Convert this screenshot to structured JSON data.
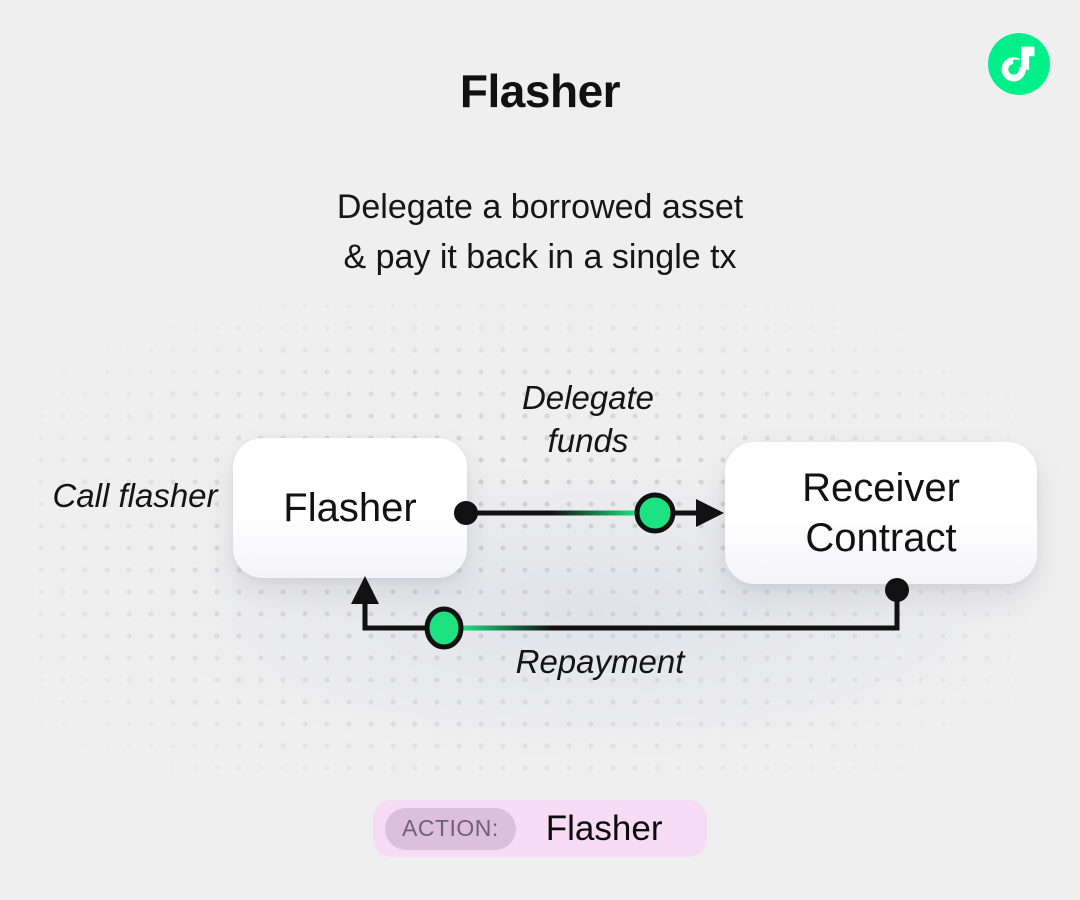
{
  "header": {
    "title": "Flasher",
    "subtitle_line1": "Delegate a borrowed asset",
    "subtitle_line2": "& pay it back in a single tx"
  },
  "logo": {
    "name": "flow-logo",
    "bg_color": "#00ef8b",
    "glyph_color": "#ffffff"
  },
  "diagram": {
    "call_label": "Call flasher",
    "nodes": [
      {
        "id": "flasher",
        "label": "Flasher"
      },
      {
        "id": "receiver",
        "label": "Receiver Contract"
      }
    ],
    "edges": [
      {
        "id": "delegate",
        "label": "Delegate funds",
        "from": "flasher",
        "to": "receiver"
      },
      {
        "id": "repayment",
        "label": "Repayment",
        "from": "receiver",
        "to": "flasher"
      }
    ]
  },
  "action_badge": {
    "label": "ACTION:",
    "value": "Flasher"
  },
  "colors": {
    "bg": "#efefef",
    "ink": "#111111",
    "accent": "#1ee181",
    "logo-green": "#00ef8b",
    "badge-bg": "#f8dbf4",
    "badge-label-bg": "#ddbfd9",
    "badge-label-ink": "#6e6273",
    "dot": "#cdcdd1",
    "box-bg": "#ffffff"
  }
}
